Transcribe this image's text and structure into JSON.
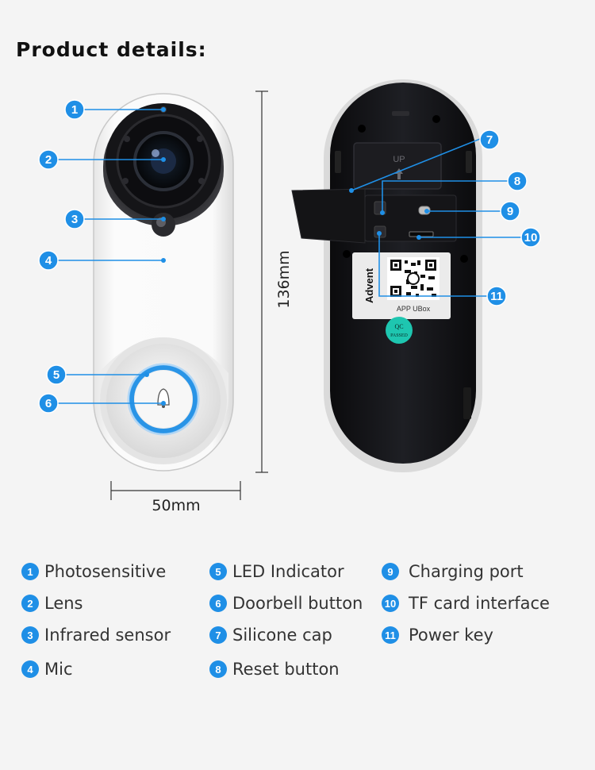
{
  "header": {
    "title": "Product details:"
  },
  "dimensions": {
    "height_label": "136mm",
    "width_label": "50mm"
  },
  "accent_color": "#1f8fe6",
  "device_back": {
    "up_label": "UP",
    "brand_label": "Advent",
    "app_label": "APP UBox",
    "qc_label_top": "QC",
    "qc_label_bottom": "PASSED"
  },
  "callouts": [
    "1",
    "2",
    "3",
    "4",
    "5",
    "6",
    "7",
    "8",
    "9",
    "10",
    "11"
  ],
  "legend": [
    {
      "num": "1",
      "label": "Photosensitive"
    },
    {
      "num": "2",
      "label": "Lens"
    },
    {
      "num": "3",
      "label": "Infrared sensor"
    },
    {
      "num": "4",
      "label": "Mic"
    },
    {
      "num": "5",
      "label": "LED Indicator"
    },
    {
      "num": "6",
      "label": "Doorbell button"
    },
    {
      "num": "7",
      "label": "Silicone cap"
    },
    {
      "num": "8",
      "label": "Reset button"
    },
    {
      "num": "9",
      "label": "Charging port"
    },
    {
      "num": "10",
      "label": "TF card interface"
    },
    {
      "num": "11",
      "label": "Power key"
    }
  ]
}
